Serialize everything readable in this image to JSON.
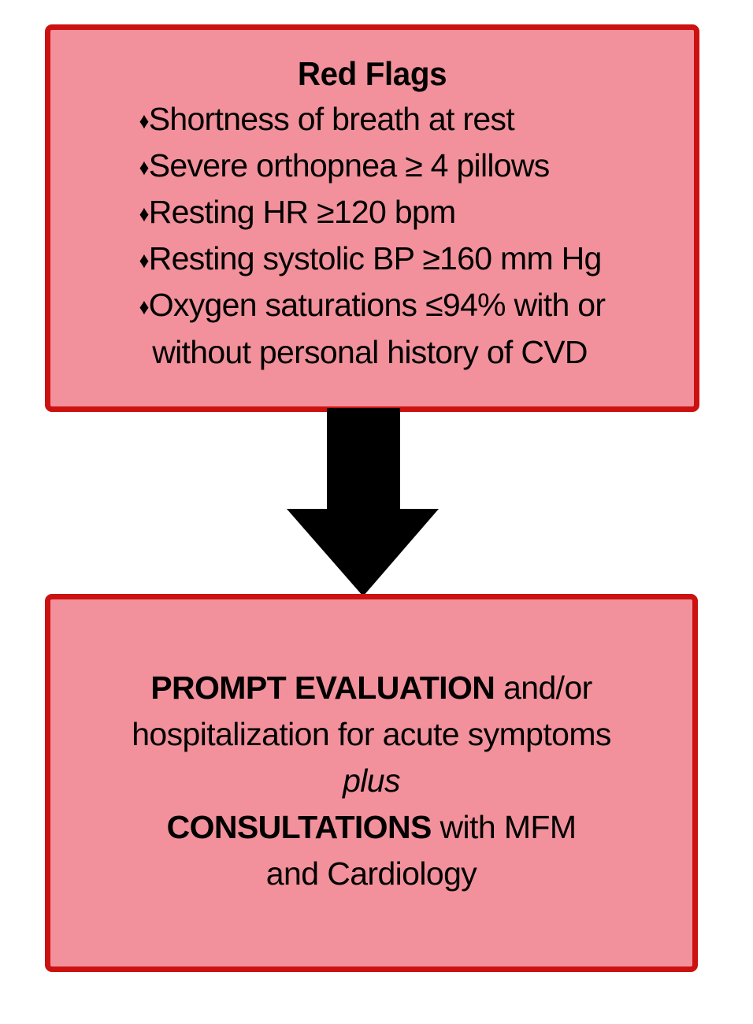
{
  "diagram": {
    "type": "flowchart",
    "title": "Red Flags to Prompt Evaluation flowchart",
    "colors": {
      "box_fill": "#F2919B",
      "box_border": "#CC1111",
      "arrow": "#000000",
      "text": "#000000",
      "background": "#FFFFFF"
    },
    "nodes": [
      {
        "id": "red-flags",
        "shape": "rounded-rectangle",
        "title": "Red Flags",
        "bullets": [
          "Shortness of breath at rest",
          "Severe orthopnea ≥ 4 pillows",
          "Resting HR ≥120 bpm",
          "Resting systolic BP ≥160 mm Hg",
          "Oxygen saturations ≤94% with or without personal history of CVD"
        ]
      },
      {
        "id": "prompt-evaluation",
        "shape": "rounded-rectangle",
        "lines": [
          "PROMPT EVALUATION and/or",
          "hospitalization for acute symptoms",
          "plus",
          "CONSULTATIONS with MFM",
          "and Cardiology"
        ]
      }
    ],
    "edges": [
      {
        "from": "red-flags",
        "to": "prompt-evaluation",
        "style": "block-arrow-down",
        "icon": "down-arrow-icon"
      }
    ]
  },
  "top_box": {
    "title": "Red Flags",
    "bullet_glyph": "♦",
    "bullets": [
      {
        "text": "Shortness of breath at rest"
      },
      {
        "text": "Severe orthopnea ≥ 4 pillows"
      },
      {
        "text": "Resting HR ≥120 bpm"
      },
      {
        "text": "Resting systolic BP ≥160 mm Hg"
      },
      {
        "text": "Oxygen saturations ≤94% with or",
        "continuation": "without personal history of CVD"
      }
    ]
  },
  "bottom_box": {
    "line1_bold": "PROMPT EVALUATION",
    "line1_rest": " and/or",
    "line2": "hospitalization for acute symptoms",
    "line3_italic": "plus",
    "line4_bold": "CONSULTATIONS",
    "line4_rest": " with MFM",
    "line5": "and Cardiology"
  },
  "arrow": {
    "name": "down-arrow-icon",
    "direction": "down",
    "color": "#000000"
  }
}
